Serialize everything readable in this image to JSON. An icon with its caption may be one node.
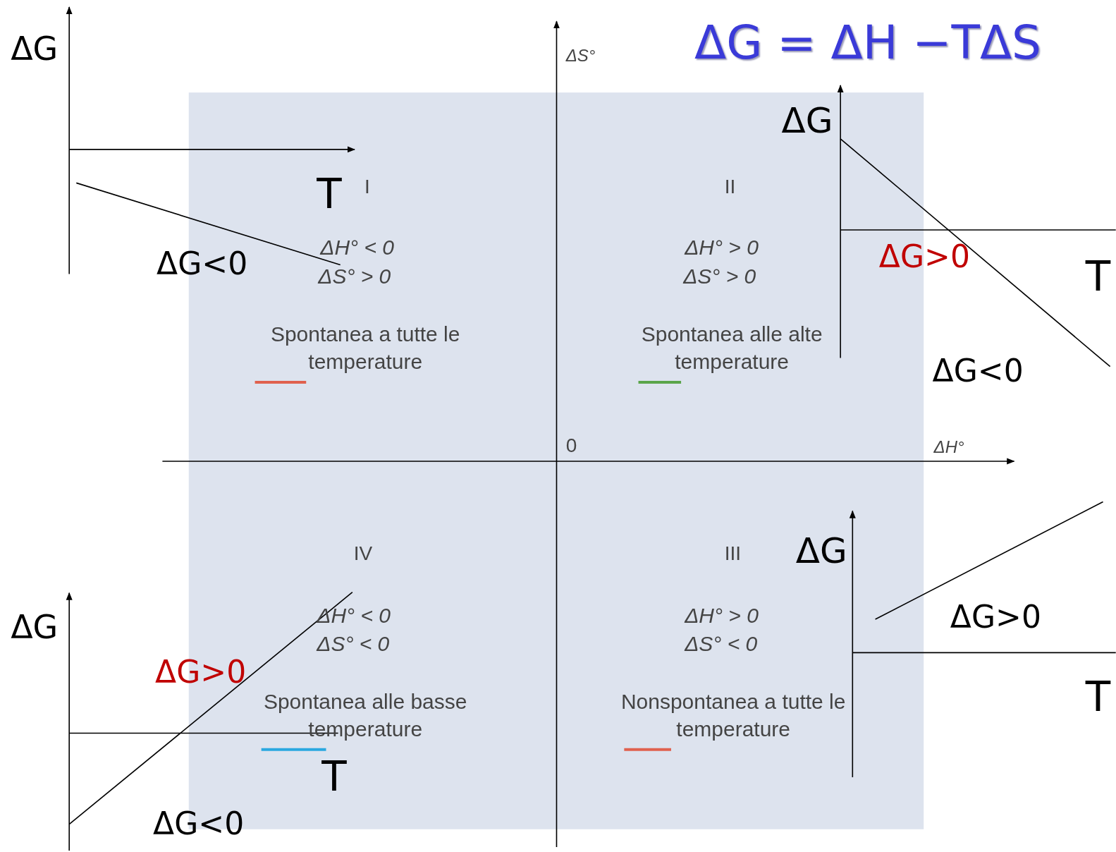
{
  "diagram": {
    "title": "ΔG = ΔH −TΔS",
    "labels": [
      "ΔG",
      "ΔS°",
      "T",
      "I",
      "ΔG",
      "II",
      "ΔH° < 0",
      "ΔS° > 0",
      "ΔG<0",
      "ΔH° > 0",
      "ΔS° > 0",
      "ΔG>0",
      "T",
      "Spontanea a tutte le temperature",
      "Spontanea alle alte temperature",
      "ΔG<0",
      "0",
      "ΔH°",
      "IV",
      "III",
      "ΔG",
      "ΔH° < 0",
      "ΔS° < 0",
      "ΔH° > 0",
      "ΔS° < 0",
      "ΔG>0",
      "ΔG",
      "ΔG>0",
      "Spontanea alle basse temperature",
      "Nonspontanea a tutte le temperature",
      "T",
      "T",
      "ΔG<0"
    ]
  }
}
